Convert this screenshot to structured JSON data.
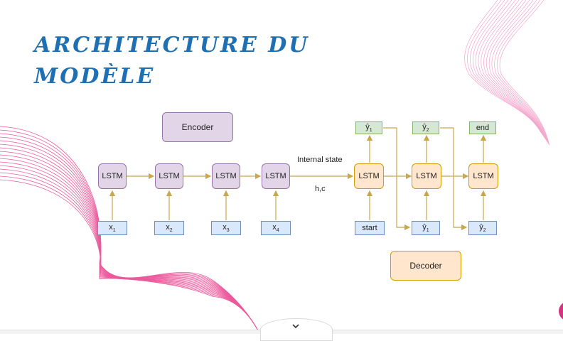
{
  "title": {
    "line1": "ARCHITECTURE DU",
    "line2": "MODÈLE",
    "color": "#1f6fb3"
  },
  "diagram": {
    "encoder_label": "Encoder",
    "decoder_label": "Decoder",
    "cell_label": "LSTM",
    "internal_state_label": "Internal state",
    "state_label": "h,c",
    "encoder_inputs": [
      {
        "base": "x",
        "sub": "1"
      },
      {
        "base": "x",
        "sub": "2"
      },
      {
        "base": "x",
        "sub": "3"
      },
      {
        "base": "x",
        "sub": "4"
      }
    ],
    "decoder_inputs": [
      {
        "base": "start",
        "sub": ""
      },
      {
        "base": "ŷ",
        "sub": "1"
      },
      {
        "base": "ŷ",
        "sub": "2"
      }
    ],
    "decoder_outputs": [
      {
        "base": "ŷ",
        "sub": "1"
      },
      {
        "base": "ŷ",
        "sub": "2"
      },
      {
        "base": "end",
        "sub": ""
      }
    ],
    "colors": {
      "encoder_fill": "#e1d5e7",
      "decoder_fill": "#ffe6cc",
      "input_fill": "#dae8fc",
      "output_fill": "#d5e8d4",
      "arrow": "#c8a84a",
      "decor_pink": "#e83e8c"
    }
  },
  "footer": {
    "chevron_icon": "chevron-down-icon"
  }
}
